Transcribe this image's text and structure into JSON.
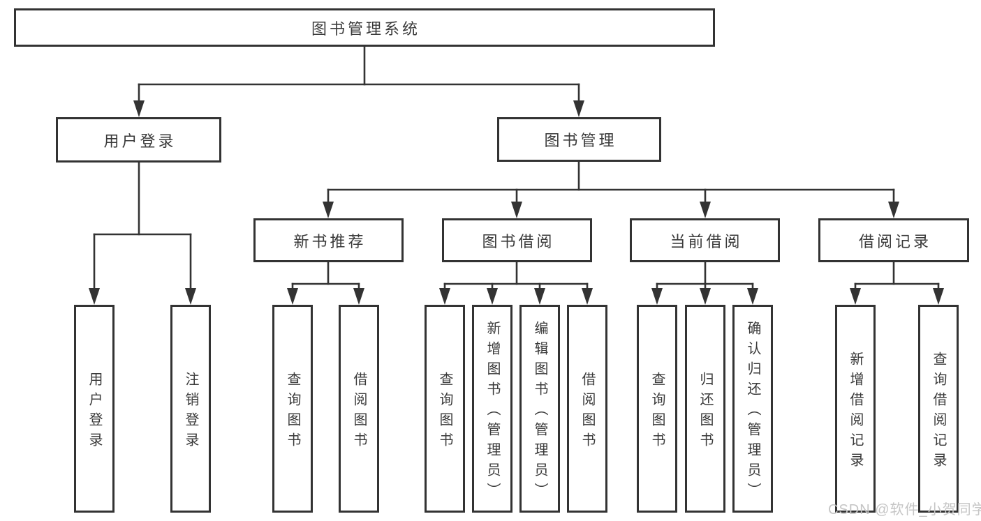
{
  "tree": {
    "label": "图书管理系统",
    "children": [
      {
        "label": "用户登录",
        "children": [
          {
            "label": "用户登录"
          },
          {
            "label": "注销登录"
          }
        ]
      },
      {
        "label": "图书管理",
        "children": [
          {
            "label": "新书推荐",
            "children": [
              {
                "label": "查询图书"
              },
              {
                "label": "借阅图书"
              }
            ]
          },
          {
            "label": "图书借阅",
            "children": [
              {
                "label": "查询图书"
              },
              {
                "label": "新增图书（管理员）"
              },
              {
                "label": "编辑图书（管理员）"
              },
              {
                "label": "借阅图书"
              }
            ]
          },
          {
            "label": "当前借阅",
            "children": [
              {
                "label": "查询图书"
              },
              {
                "label": "归还图书"
              },
              {
                "label": "确认归还（管理员）"
              }
            ]
          },
          {
            "label": "借阅记录",
            "children": [
              {
                "label": "新增借阅记录"
              },
              {
                "label": "查询借阅记录"
              }
            ]
          }
        ]
      }
    ]
  },
  "watermark": {
    "text": "CSDN @软件_小贺同学"
  },
  "colors": {
    "line": "#333333",
    "text": "#3a3a3a",
    "watermark": "#c5c5c5",
    "background": "#ffffff"
  }
}
